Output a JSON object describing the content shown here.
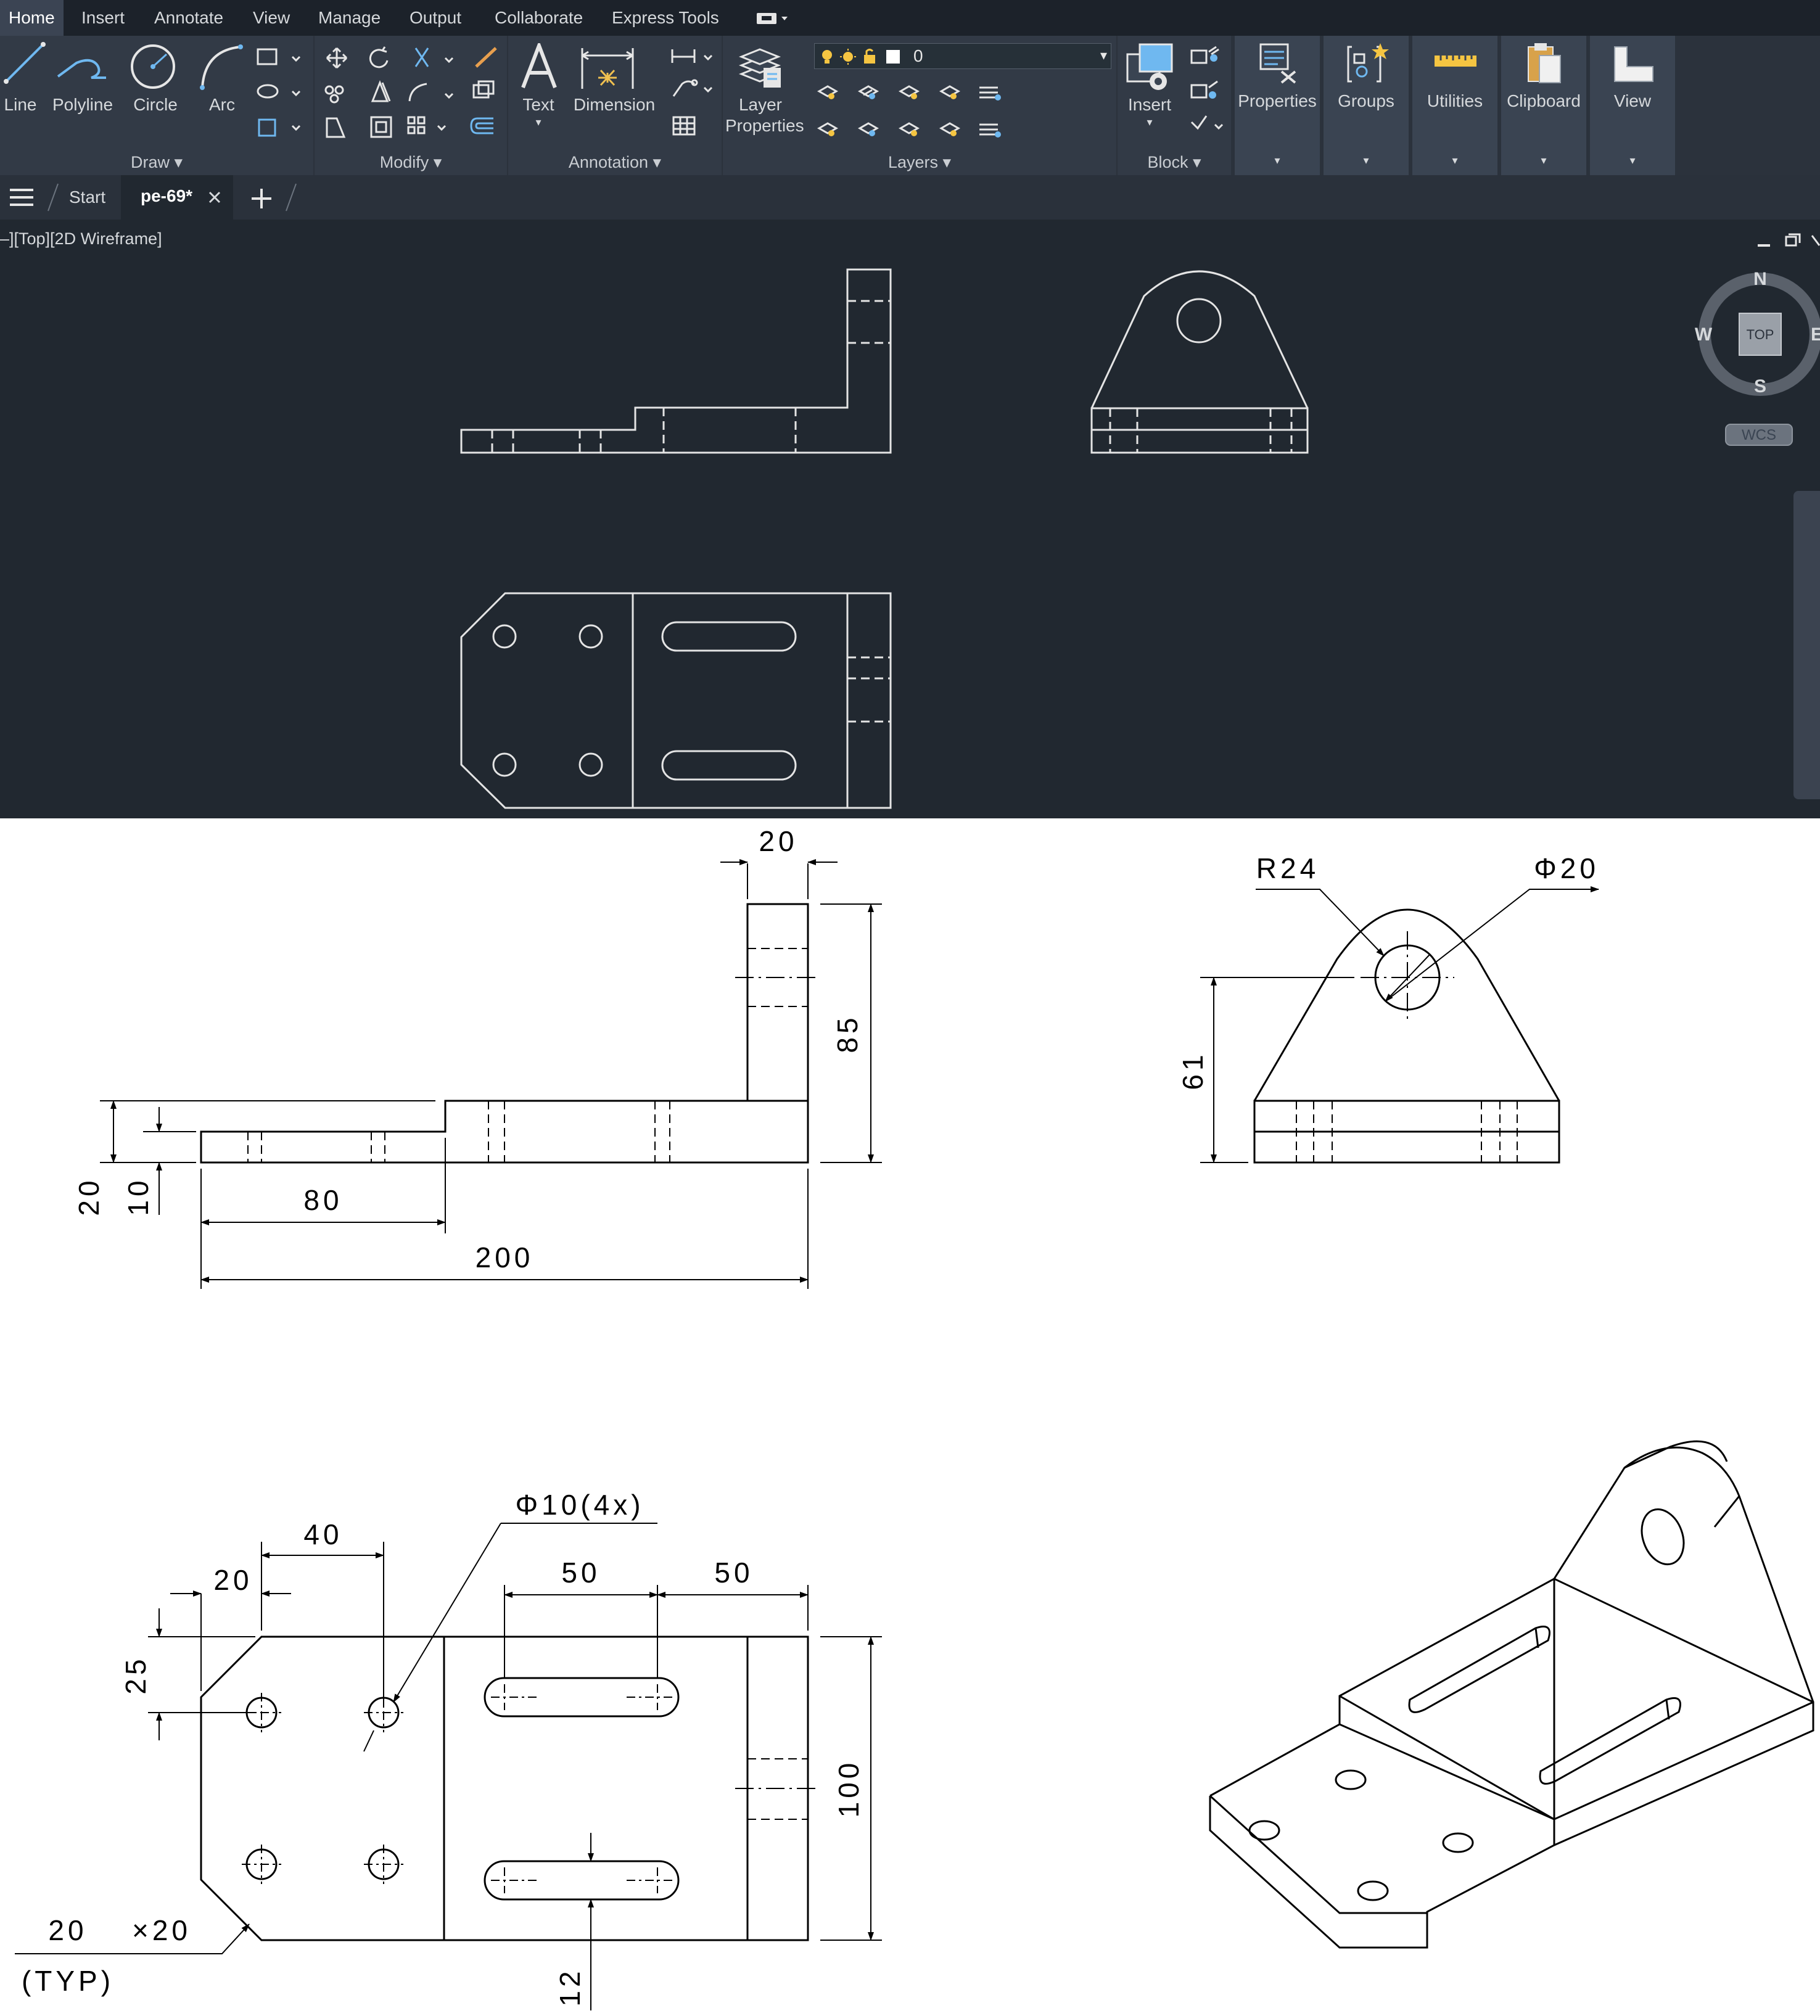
{
  "menubar": {
    "tabs": [
      "Home",
      "Insert",
      "Annotate",
      "View",
      "Manage",
      "Output",
      "Collaborate",
      "Express Tools"
    ],
    "active_tab": "Home"
  },
  "ribbon": {
    "draw": {
      "title": "Draw",
      "tools": [
        "Line",
        "Polyline",
        "Circle",
        "Arc"
      ]
    },
    "modify": {
      "title": "Modify"
    },
    "annotation": {
      "title": "Annotation",
      "text": "Text",
      "dimension": "Dimension"
    },
    "layers": {
      "title": "Layers",
      "layer_properties_line1": "Layer",
      "layer_properties_line2": "Properties",
      "current_layer": "0"
    },
    "block": {
      "title": "Block",
      "insert": "Insert"
    },
    "properties": "Properties",
    "groups": "Groups",
    "utilities": "Utilities",
    "clipboard": "Clipboard",
    "view": "View"
  },
  "tabs": {
    "start": "Start",
    "current_file": "pe-69*"
  },
  "viewport": {
    "label": "–][Top][2D Wireframe]",
    "viewcube": {
      "n": "N",
      "s": "S",
      "w": "W",
      "e": "E",
      "top": "TOP",
      "wcs": "WCS"
    }
  },
  "drawing": {
    "front_view": {
      "d_top": "20",
      "d_height": "85",
      "d_20": "20",
      "d_10": "10",
      "d_80": "80",
      "d_200": "200"
    },
    "side_view": {
      "d_r24": "R24",
      "d_phi20": "Φ20",
      "d_61": "61"
    },
    "top_view": {
      "d_phi10": "Φ10(4x)",
      "d_40": "40",
      "d_20": "20",
      "d_50a": "50",
      "d_50b": "50",
      "d_25": "25",
      "d_100": "100",
      "d_chamfer_a": "20",
      "d_chamfer_b": "×20",
      "d_typ": "(TYP)",
      "d_12": "12"
    }
  },
  "colors": {
    "app_bg": "#212830",
    "ribbon_bg": "#2b323c",
    "panel_bg": "#323a46",
    "text": "#d6d9dc",
    "wire": "#e8e8e8"
  }
}
